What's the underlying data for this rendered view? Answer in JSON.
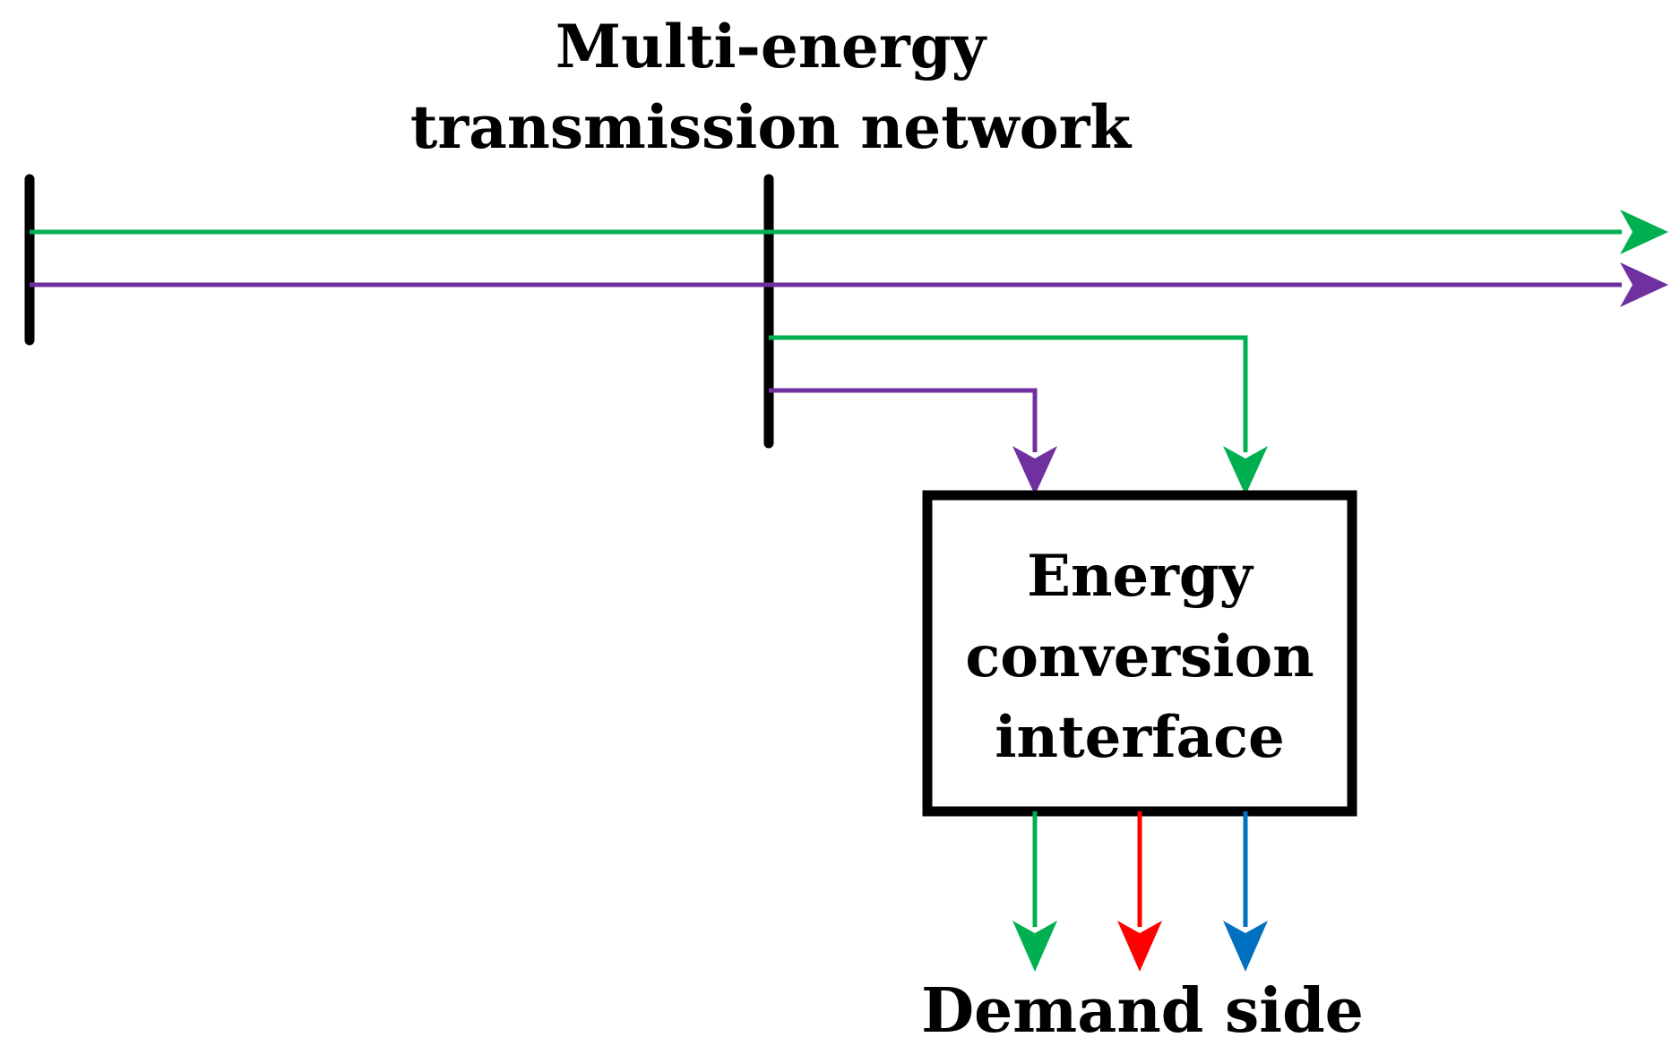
{
  "title": {
    "line1": "Multi-energy",
    "line2": "transmission network"
  },
  "conversion_box": {
    "line1": "Energy",
    "line2": "conversion",
    "line3": "interface"
  },
  "demand_label": "Demand side",
  "colors": {
    "green": "#00b050",
    "purple": "#7030a0",
    "red": "#ff0000",
    "blue": "#0070c0",
    "black": "#000000"
  },
  "flows": [
    {
      "name": "green-main-line",
      "color": "green"
    },
    {
      "name": "purple-main-line",
      "color": "purple"
    },
    {
      "name": "green-branch-line",
      "color": "green"
    },
    {
      "name": "purple-branch-line",
      "color": "purple"
    },
    {
      "name": "green-output-line",
      "color": "green"
    },
    {
      "name": "red-output-line",
      "color": "red"
    },
    {
      "name": "blue-output-line",
      "color": "blue"
    }
  ]
}
